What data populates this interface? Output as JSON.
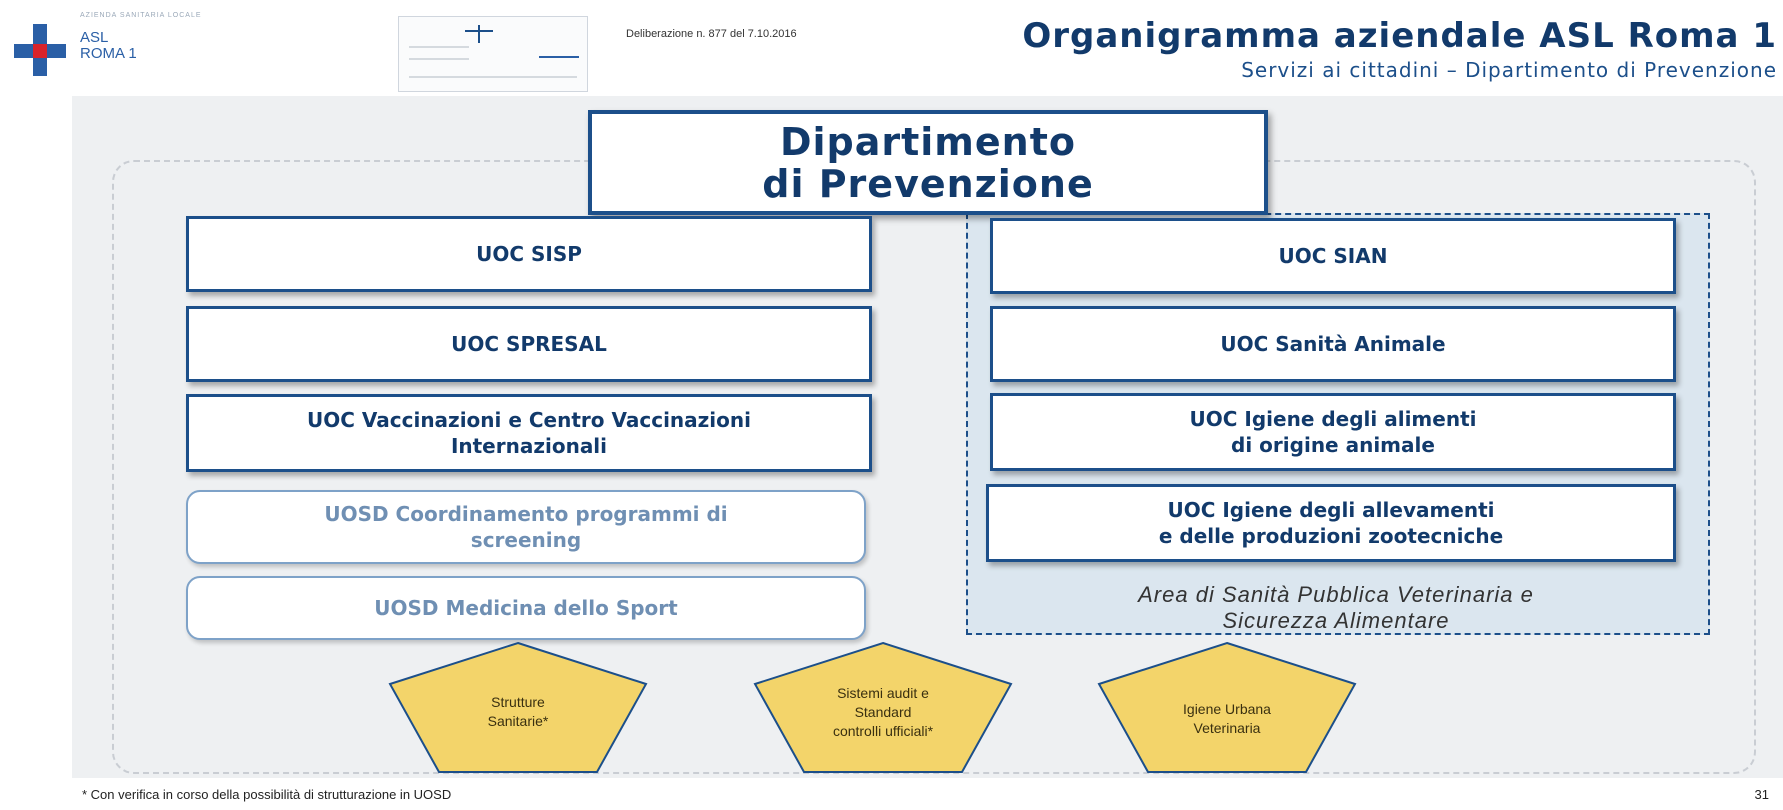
{
  "header": {
    "logo_top": "AZIENDA SANITARIA LOCALE",
    "logo_line1": "ASL",
    "logo_line2": "ROMA 1",
    "deliberazione": "Deliberazione n. 877 del 7.10.2016",
    "title": "Organigramma aziendale ASL Roma 1",
    "subtitle": "Servizi ai cittadini – Dipartimento di Prevenzione"
  },
  "department": "Dipartimento\ndi Prevenzione",
  "left_units": [
    "UOC SISP",
    "UOC SPRESAL",
    "UOC Vaccinazioni e Centro Vaccinazioni\nInternazionali",
    "UOSD Coordinamento programmi di\nscreening",
    "UOSD Medicina dello Sport"
  ],
  "right_units": [
    "UOC SIAN",
    "UOC Sanità Animale",
    "UOC Igiene degli alimenti\ndi origine animale",
    "UOC Igiene degli allevamenti\ne delle produzioni zootecniche"
  ],
  "vet_area_label": "Area di Sanità Pubblica Veterinaria e\nSicurezza Alimentare",
  "pentagons": [
    "Strutture\nSanitarie*",
    "Sistemi audit e\nStandard\ncontrolli ufficiali*",
    "Igiene Urbana\nVeterinaria"
  ],
  "colors": {
    "primary": "#1c4f8a",
    "pentagon_fill": "#f3d46a",
    "vet_area_fill": "#dbe6ef",
    "logo_red": "#d8232a",
    "logo_blue": "#2a5fa6"
  },
  "footnote": "* Con verifica in corso della possibilità di strutturazione in UOSD",
  "page_number": "31"
}
